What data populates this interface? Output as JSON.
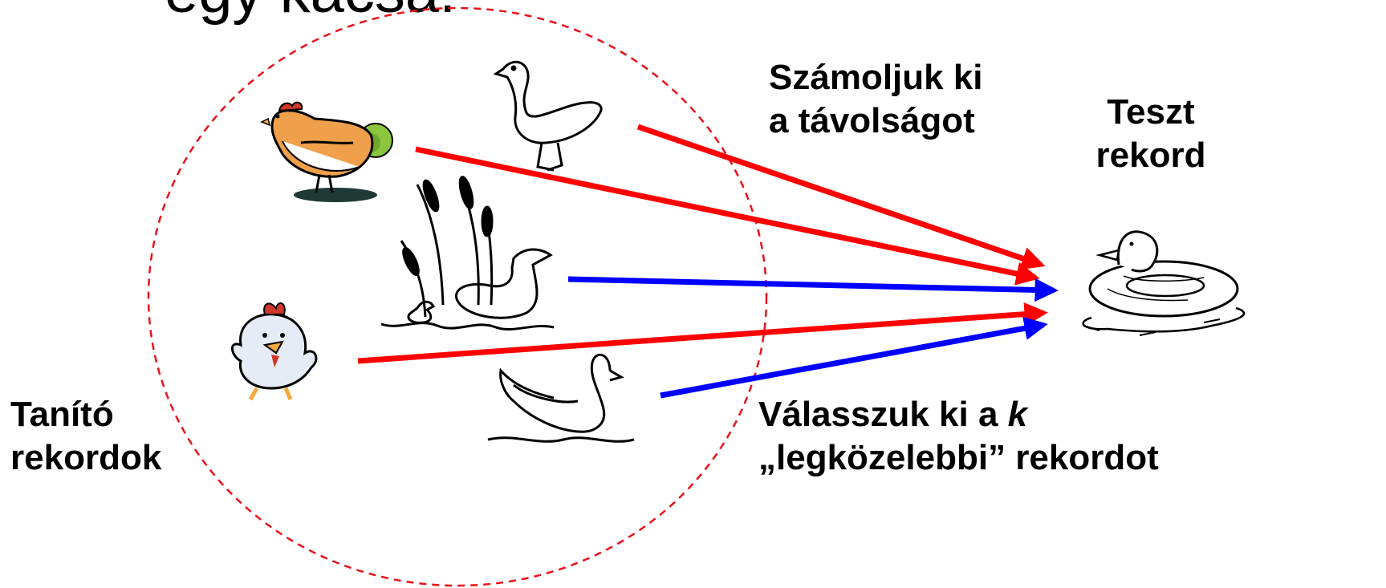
{
  "heading_fragment": "egy kacsa.",
  "labels": {
    "compute_line1": "Számoljuk ki",
    "compute_line2": "a távolságot",
    "test_line1": "Teszt",
    "test_line2": "rekord",
    "training_line1": "Tanító",
    "training_line2": "rekordok",
    "select_prefix": "Válasszuk ki a ",
    "select_k": "k",
    "select_line2": "„legközelebbi” rekordot"
  },
  "colors": {
    "near_arrow": "#0000ff",
    "far_arrow": "#ff0000",
    "circle": "#e8131b",
    "hen_body": "#f0a04a",
    "hen_comb": "#d0372a",
    "ball": "#8cc63f",
    "chick_body": "#e6ecf5",
    "beak": "#f4a93c"
  },
  "icons": [
    "hen-icon",
    "goose-icon",
    "duck-in-reeds-icon",
    "chick-icon",
    "swan-icon",
    "duck-float-icon"
  ]
}
